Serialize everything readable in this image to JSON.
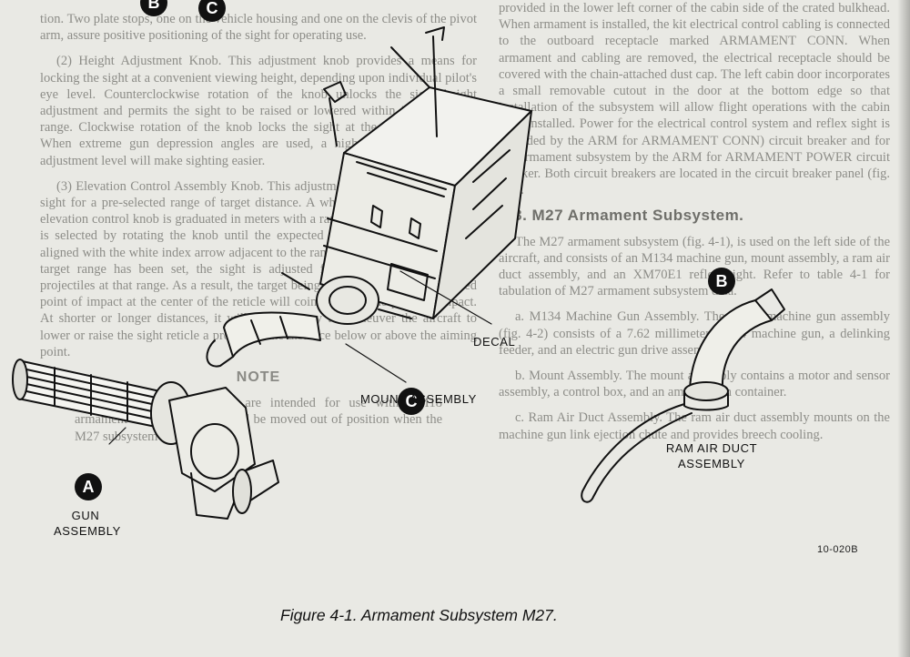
{
  "left_column": {
    "p1": "tion. Two plate stops, one on the vehicle housing and one on the clevis of the pivot arm, assure positive positioning of the sight for operating use.",
    "p2": "(2) Height Adjustment Knob. This adjustment knob provides a means for locking the sight at a convenient viewing height, depending upon individual pilot's eye level. Counterclockwise rotation of the knob unlocks the sight height adjustment and permits the sight to be raised or lowered within its adjustment range. Clockwise rotation of the knob locks the sight at the selected position. When extreme gun depression angles are used, a higher than normal sight adjustment level will make sighting easier.",
    "p3": "(3) Elevation Control Assembly Knob. This adjustment knob is used to set the sight for a pre-selected range of target distance. A white numerical scale on the elevation control knob is graduated in meters with a range of 0 to 1400. The range is selected by rotating the knob until the expected target range on the dial is aligned with the white index arrow adjacent to the range scale. When the expected target range has been set, the sight is adjusted for the gravity drop of the projectiles at that range. As a result, the target being fired upon is at the expected point of impact at the center of the reticle will coincide with the point of impact. At shorter or longer distances, it will be necessary to maneuver the aircraft to lower or raise the sight reticle a proportionate distance below or above the aiming point.",
    "note_heading": "NOTE",
    "note_text": "The yellow range markings are intended for use with XM18 armament subsystem and should be moved out of position when the M27 subsystem is being used."
  },
  "right_column": {
    "p1": "provided in the lower left corner of the cabin side of the crated bulkhead. When armament is installed, the kit electrical control cabling is connected to the outboard receptacle marked ARMAMENT CONN. When armament and cabling are removed, the electrical receptacle should be covered with the chain-attached dust cap. The left cabin door incorporates a small removable cutout in the door at the bottom edge so that installation of the subsystem will allow flight operations with the cabin door installed. Power for the electrical control system and reflex sight is provided by the ARM for ARMAMENT CONN) circuit breaker and for the armament subsystem by the ARM for ARMAMENT POWER circuit breaker. Both circuit breakers are located in the circuit breaker panel (fig. 2-3).",
    "heading": "4-3. M27 Armament Subsystem.",
    "p2": "The M27 armament subsystem (fig. 4-1), is used on the left side of the aircraft, and consists of an M134 machine gun, mount assembly, a ram air duct assembly, and an XM70E1 reflex sight. Refer to table 4-1 for tabulation of M27 armament subsystem data.",
    "p3": "a. M134 Machine Gun Assembly. The M134 machine gun assembly (fig. 4-2) consists of a 7.62 millimeter M134 machine gun, a delinking feeder, and an electric gun drive assembly.",
    "p4": "b. Mount Assembly. The mount assembly contains a motor and sensor assembly, a control box, and an ammunition container.",
    "p5": "c. Ram Air Duct Assembly. The ram air duct assembly mounts on the machine gun link ejection chute and provides breech cooling."
  },
  "figure": {
    "badges": {
      "a": "A",
      "b": "B",
      "c": "C"
    },
    "labels": {
      "decal": "DECAL",
      "mount": "MOUNT ASSEMBLY",
      "gun_line1": "GUN",
      "gun_line2": "ASSEMBLY",
      "ram_line1": "RAM AIR DUCT",
      "ram_line2": "ASSEMBLY"
    },
    "code": "10-020B",
    "caption": "Figure 4-1. Armament Subsystem M27."
  }
}
